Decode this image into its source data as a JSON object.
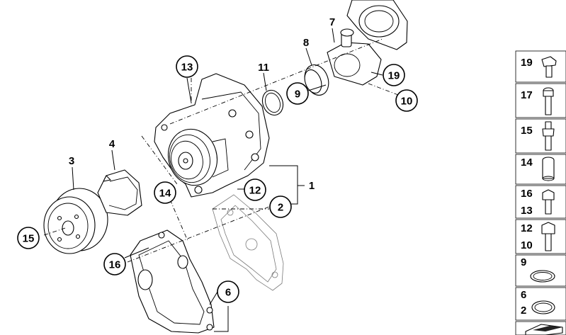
{
  "callouts": {
    "c13": "13",
    "c9": "9",
    "c19": "19",
    "c10": "10",
    "c12": "12",
    "c2": "2",
    "c14": "14",
    "c15": "15",
    "c16": "16",
    "c6": "6"
  },
  "labels": {
    "l7": "7",
    "l8": "8",
    "l11": "11",
    "l4": "4",
    "l3": "3",
    "l1": "1"
  },
  "sidebar": {
    "b19": "19",
    "b17": "17",
    "b15": "15",
    "b14": "14",
    "b16": "16",
    "b13": "13",
    "b12": "12",
    "b10": "10",
    "b9": "9",
    "b6": "6",
    "b2": "2"
  }
}
